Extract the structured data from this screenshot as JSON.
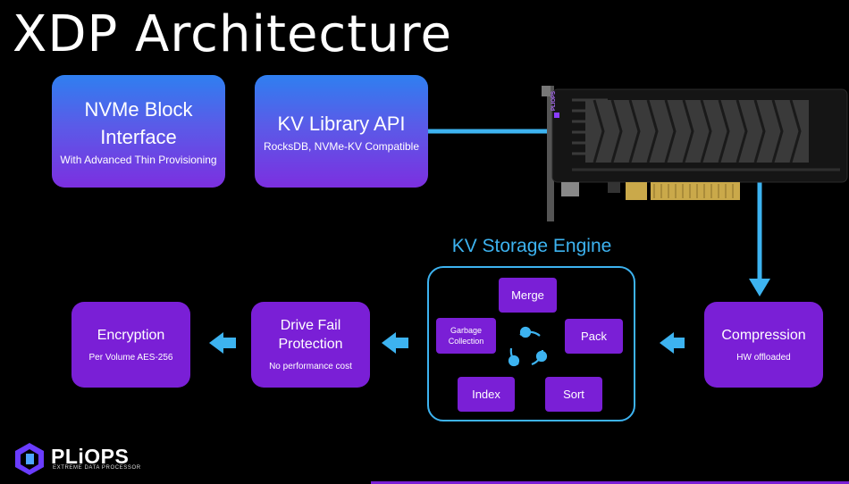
{
  "title": "XDP Architecture",
  "top_boxes": [
    {
      "title": "NVMe Block Interface",
      "sub": "With Advanced Thin Provisioning"
    },
    {
      "title": "KV Library API",
      "sub": "RocksDB, NVMe-KV Compatible"
    }
  ],
  "engine": {
    "title": "KV Storage Engine",
    "items": {
      "merge": "Merge",
      "garbage_collection": "Garbage Collection",
      "pack": "Pack",
      "index": "Index",
      "sort": "Sort"
    }
  },
  "bottom_boxes": {
    "encryption": {
      "title": "Encryption",
      "sub": "Per Volume AES-256"
    },
    "drive_fail": {
      "title": "Drive Fail Protection",
      "sub": "No performance cost"
    },
    "compression": {
      "title": "Compression",
      "sub": "HW offloaded"
    }
  },
  "logo": {
    "name": "PLiOPS",
    "tagline": "EXTREME DATA PROCESSOR"
  },
  "card_label": "PLIOPS",
  "colors": {
    "background": "#000000",
    "box_gradient_top": "#2f7ff0",
    "box_gradient_bottom": "#7c2fe0",
    "box_purple": "#7a1fd6",
    "connector_blue": "#3db3f0"
  }
}
